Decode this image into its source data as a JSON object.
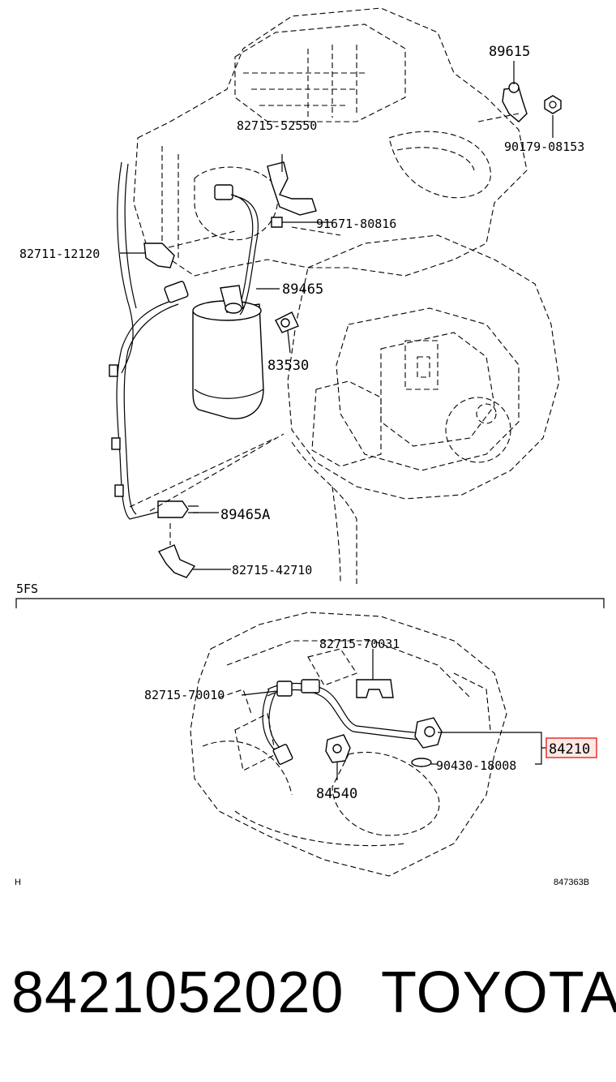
{
  "diagram": {
    "callouts": {
      "c89615": "89615",
      "c90179": "90179-08153",
      "c82715_52550": "82715-52550",
      "c91671": "91671-80816",
      "c82711": "82711-12120",
      "c89465": "89465",
      "c83530": "83530",
      "c89465A": "89465A",
      "c82715_42710": "82715-42710",
      "c82715_70031": "82715-70031",
      "c82715_70010": "82715-70010",
      "c84210": "84210",
      "c90430": "90430-18008",
      "c84540": "84540"
    },
    "section_label": "5FS",
    "corner_mark": "H",
    "figure_id": "847363B",
    "highlight_color": "#e8302a"
  },
  "footer": {
    "part_number": "8421052020",
    "brand": "TOYOTA"
  }
}
